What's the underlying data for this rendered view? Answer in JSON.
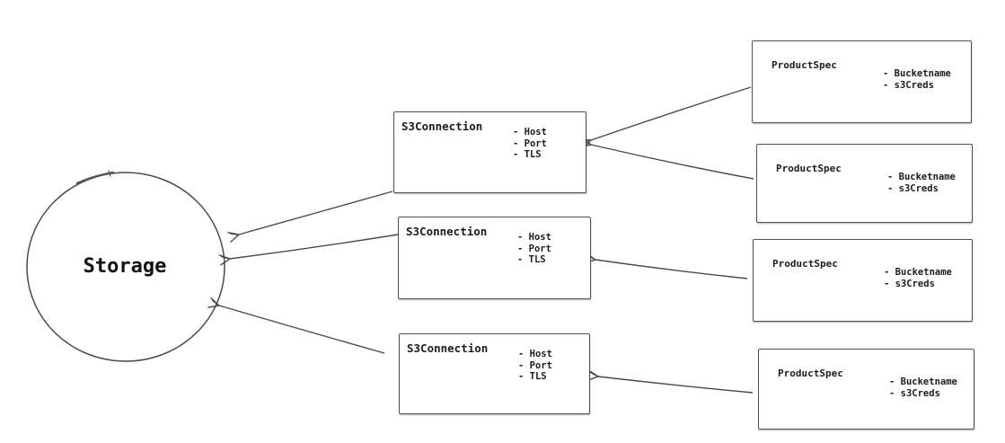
{
  "diagram": {
    "stroke_color": "#4a4a4a",
    "storage": {
      "label": "Storage"
    },
    "s3_connections": [
      {
        "title": "S3Connection",
        "attrs": [
          "- Host",
          "- Port",
          "- TLS"
        ]
      },
      {
        "title": "S3Connection",
        "attrs": [
          "- Host",
          "- Port",
          "- TLS"
        ]
      },
      {
        "title": "S3Connection",
        "attrs": [
          "- Host",
          "- Port",
          "- TLS"
        ]
      }
    ],
    "product_specs": [
      {
        "title": "ProductSpec",
        "attrs": [
          "- Bucketname",
          "- s3Creds"
        ]
      },
      {
        "title": "ProductSpec",
        "attrs": [
          "- Bucketname",
          "- s3Creds"
        ]
      },
      {
        "title": "ProductSpec",
        "attrs": [
          "- Bucketname",
          "- s3Creds"
        ]
      },
      {
        "title": "ProductSpec",
        "attrs": [
          "- Bucketname",
          "- s3Creds"
        ]
      }
    ]
  }
}
